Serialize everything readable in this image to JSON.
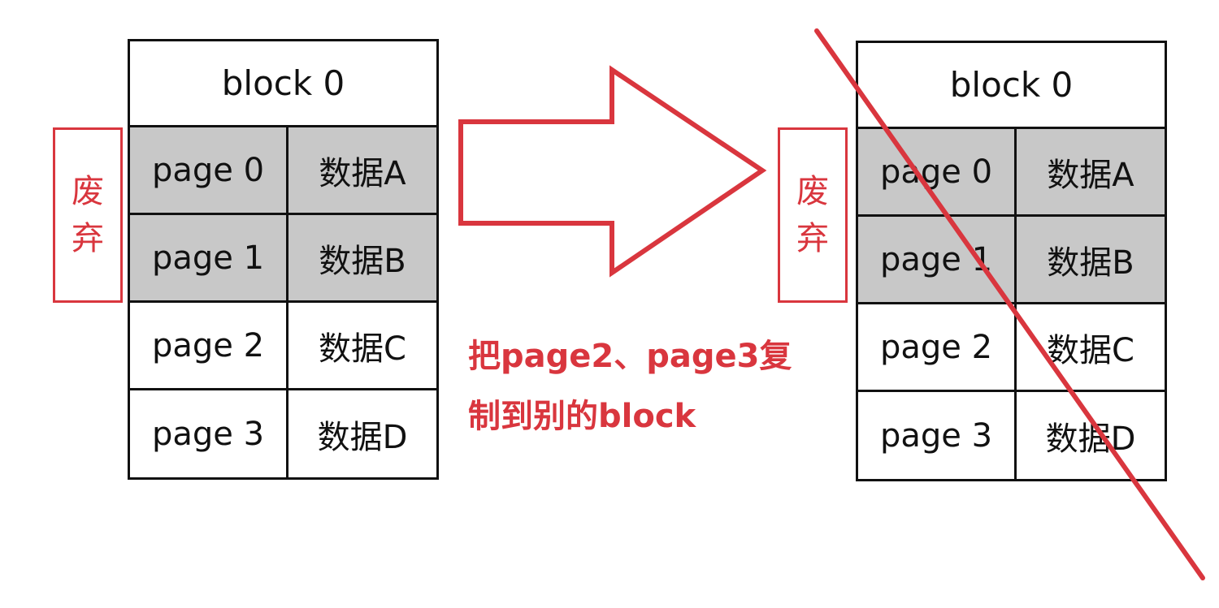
{
  "left_block": {
    "title": "block 0",
    "discard_label": [
      "废",
      "弃"
    ],
    "rows": [
      {
        "page": "page 0",
        "data": "数据A",
        "discarded": true
      },
      {
        "page": "page 1",
        "data": "数据B",
        "discarded": true
      },
      {
        "page": "page 2",
        "data": "数据C",
        "discarded": false
      },
      {
        "page": "page 3",
        "data": "数据D",
        "discarded": false
      }
    ]
  },
  "right_block": {
    "title": "block 0",
    "discard_label": [
      "废",
      "弃"
    ],
    "rows": [
      {
        "page": "page 0",
        "data": "数据A",
        "discarded": true
      },
      {
        "page": "page 1",
        "data": "数据B",
        "discarded": true
      },
      {
        "page": "page 2",
        "data": "数据C",
        "discarded": false
      },
      {
        "page": "page 3",
        "data": "数据D",
        "discarded": false
      }
    ],
    "crossed_out": true
  },
  "caption": {
    "line1": "把page2、page3复",
    "line2": "制到别的block"
  },
  "colors": {
    "accent_red": "#d9363e",
    "discard_fill": "#c8c8c8",
    "border": "#111111"
  }
}
